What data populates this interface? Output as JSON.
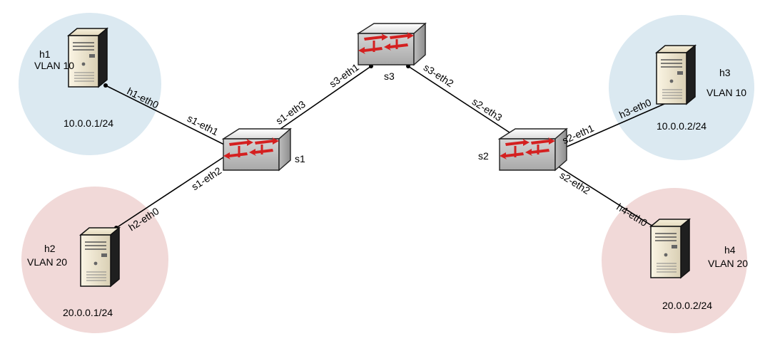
{
  "colors": {
    "vlan10_zone": "#dbe9f1",
    "vlan20_zone": "#f1d9d8",
    "switch_arrow": "#d42020",
    "link": "#000000"
  },
  "hosts": {
    "h1": {
      "name": "h1",
      "vlan": "VLAN 10",
      "ip": "10.0.0.1/24",
      "icon": "server-tower-icon"
    },
    "h2": {
      "name": "h2",
      "vlan": "VLAN 20",
      "ip": "20.0.0.1/24",
      "icon": "server-tower-icon"
    },
    "h3": {
      "name": "h3",
      "vlan": "VLAN 10",
      "ip": "10.0.0.2/24",
      "icon": "server-tower-icon"
    },
    "h4": {
      "name": "h4",
      "vlan": "VLAN 20",
      "ip": "20.0.0.2/24",
      "icon": "server-tower-icon"
    }
  },
  "switches": {
    "s1": {
      "name": "s1",
      "icon": "network-switch-icon"
    },
    "s2": {
      "name": "s2",
      "icon": "network-switch-icon"
    },
    "s3": {
      "name": "s3",
      "icon": "network-switch-icon"
    }
  },
  "links": {
    "h1_s1": {
      "end_a": "h1-eth0",
      "end_b": "s1-eth1"
    },
    "h2_s1": {
      "end_a": "h2-eth0",
      "end_b": "s1-eth2"
    },
    "s1_s3": {
      "end_a": "s1-eth3",
      "end_b": "s3-eth1"
    },
    "s3_s2": {
      "end_a": "s3-eth2",
      "end_b": "s2-eth3"
    },
    "s2_h3": {
      "end_a": "s2-eth1",
      "end_b": "h3-eth0"
    },
    "s2_h4": {
      "end_a": "s2-eth2",
      "end_b": "h4-eth0"
    }
  }
}
